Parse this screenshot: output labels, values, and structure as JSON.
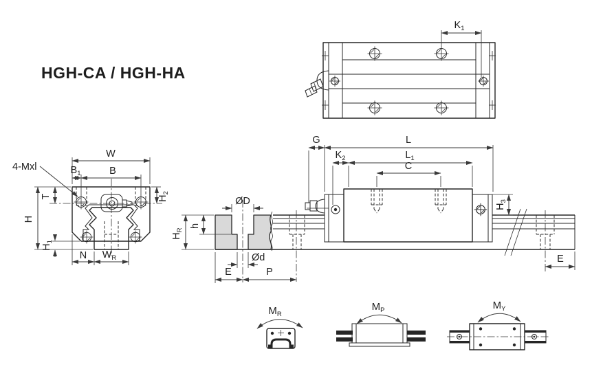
{
  "title": "HGH-CA / HGH-HA",
  "callout": "4-Mxl",
  "colors": {
    "line": "#262626",
    "dim_line": "#3a3a3a",
    "rail_section_fill": "#d9d9d9",
    "background": "#ffffff"
  },
  "dims": {
    "W": {
      "t": "W",
      "s": ""
    },
    "B": {
      "t": "B",
      "s": ""
    },
    "B1": {
      "t": "B",
      "s": "1"
    },
    "T": {
      "t": "T",
      "s": ""
    },
    "H": {
      "t": "H",
      "s": ""
    },
    "H1": {
      "t": "H",
      "s": "1"
    },
    "H2": {
      "t": "H",
      "s": "2"
    },
    "H3": {
      "t": "H",
      "s": "3"
    },
    "N": {
      "t": "N",
      "s": ""
    },
    "WR": {
      "t": "W",
      "s": "R"
    },
    "K1": {
      "t": "K",
      "s": "1"
    },
    "K2": {
      "t": "K",
      "s": "2"
    },
    "G": {
      "t": "G",
      "s": ""
    },
    "L": {
      "t": "L",
      "s": ""
    },
    "L1": {
      "t": "L",
      "s": "1"
    },
    "C": {
      "t": "C",
      "s": ""
    },
    "E": {
      "t": "E",
      "s": ""
    },
    "P": {
      "t": "P",
      "s": ""
    },
    "OD": {
      "t": "ØD",
      "s": ""
    },
    "Od": {
      "t": "Ød",
      "s": ""
    },
    "h": {
      "t": "h",
      "s": ""
    },
    "HR": {
      "t": "H",
      "s": "R"
    }
  },
  "moments": {
    "MR": {
      "t": "M",
      "s": "R"
    },
    "MP": {
      "t": "M",
      "s": "P"
    },
    "MY": {
      "t": "M",
      "s": "Y"
    }
  }
}
